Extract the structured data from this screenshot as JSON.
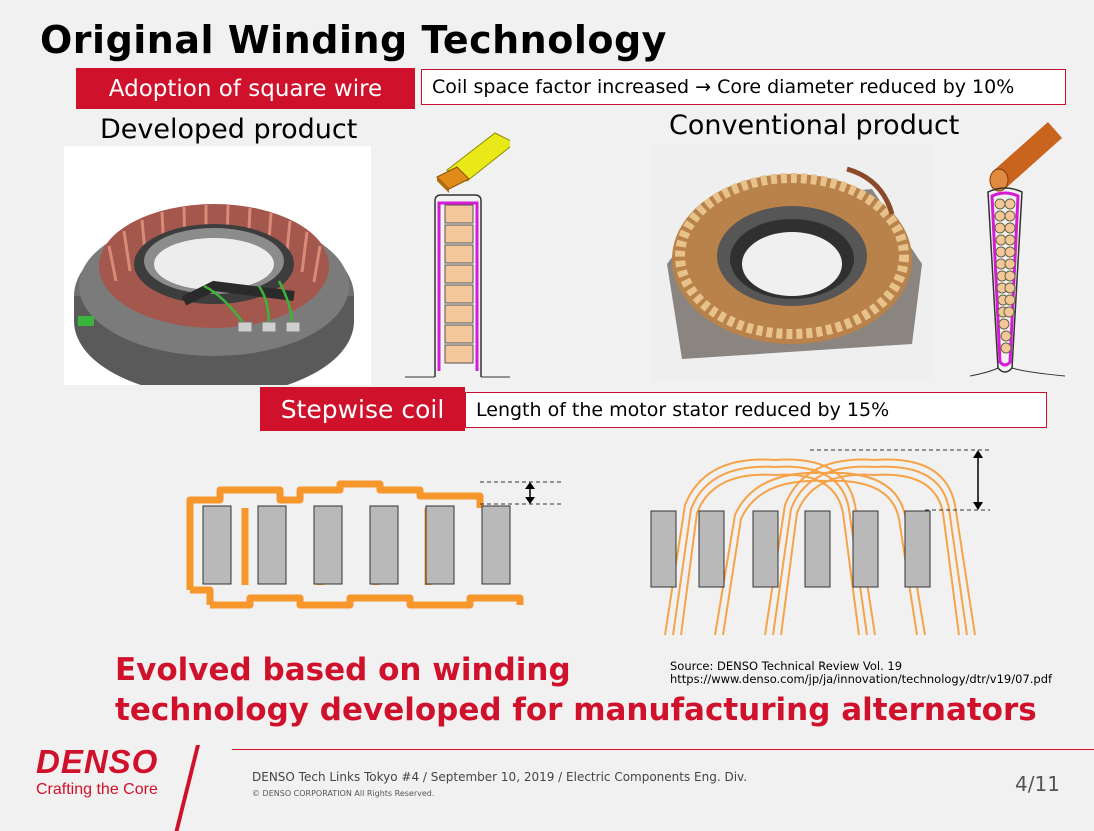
{
  "title": "Original Winding Technology",
  "square_wire": {
    "label": "Adoption of square wire",
    "note": "Coil space factor increased → Core diameter reduced by 10%"
  },
  "captions": {
    "developed": "Developed product",
    "conventional": "Conventional product"
  },
  "stepwise": {
    "label": "Stepwise coil",
    "note": "Length of the motor stator reduced by 15%"
  },
  "conclusion": {
    "line1": "Evolved based on winding",
    "line2": "technology developed for manufacturing alternators"
  },
  "source": {
    "line1": "Source: DENSO Technical Review Vol. 19",
    "line2": "https://www.denso.com/jp/ja/innovation/technology/dtr/v19/07.pdf"
  },
  "footer": {
    "logo": "DENSO",
    "tagline": "Crafting the Core",
    "event": "DENSO Tech Links Tokyo #4  / September 10, 2019 / Electric Components Eng. Div.",
    "copyright": "© DENSO CORPORATION All Rights Reserved.",
    "page": "4/11"
  },
  "colors": {
    "brand_red": "#d0112b",
    "coil_orange": "#f7962b",
    "core_gray": "#b9b9b9"
  }
}
